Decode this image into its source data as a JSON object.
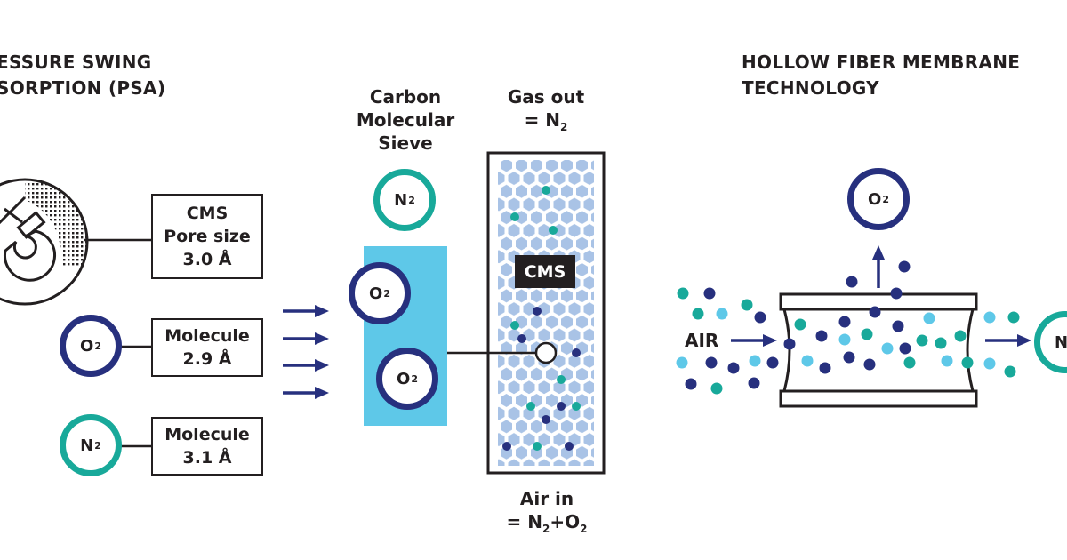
{
  "psa": {
    "heading_line1": "ESSURE SWING",
    "heading_line2": "SORPTION (PSA)",
    "cms_box": {
      "line1": "CMS",
      "line2": "Pore size",
      "line3": "3.0 Å"
    },
    "o2_molecule": {
      "symbol": "O",
      "subscript": "2",
      "line1": "Molecule",
      "line2": "2.9 Å"
    },
    "n2_molecule": {
      "symbol": "N",
      "subscript": "2",
      "line1": "Molecule",
      "line2": "3.1 Å"
    },
    "sieve_label": {
      "line1": "Carbon",
      "line2": "Molecular",
      "line3": "Sieve"
    },
    "sieve_n2": {
      "symbol": "N",
      "subscript": "2"
    },
    "sieve_o2_top": {
      "symbol": "O",
      "subscript": "2"
    },
    "sieve_o2_bottom": {
      "symbol": "O",
      "subscript": "2"
    },
    "gas_out": {
      "line1": "Gas out",
      "line2_prefix": "= N",
      "line2_sub": "2"
    },
    "cms_tag": "CMS",
    "air_in": {
      "line1": "Air in",
      "line2_a": "= N",
      "line2_sub1": "2",
      "line2_b": "+O",
      "line2_sub2": "2"
    }
  },
  "membrane": {
    "heading_line1": "HOLLOW FIBER MEMBRANE",
    "heading_line2": "TECHNOLOGY",
    "o2_out": {
      "symbol": "O",
      "subscript": "2"
    },
    "air_label": "AIR",
    "n2_out": {
      "symbol": "N"
    }
  },
  "colors": {
    "navy": "#27307e",
    "teal": "#18a99a",
    "light_blue": "#5ec8e8",
    "hex_fill": "#a9c3e6",
    "black": "#231f20"
  },
  "icons": [
    "magnifier-magnet-icon",
    "arrow-right-icon",
    "arrow-up-icon"
  ]
}
